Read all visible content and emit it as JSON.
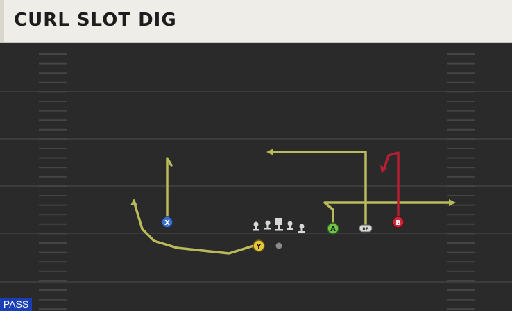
{
  "play": {
    "title": "CURL SLOT DIG",
    "mode": "PASS"
  },
  "players": {
    "X": {
      "label": "X",
      "color": "#3b6fc9"
    },
    "Y": {
      "label": "Y",
      "color": "#e7c53a"
    },
    "A": {
      "label": "A",
      "color": "#6fc24a"
    },
    "B": {
      "label": "B",
      "color": "#c9283a"
    },
    "RB": {
      "label": "RB",
      "color": "#d9d9d9"
    }
  },
  "colors": {
    "route": "#b9bb5a",
    "hot_route": "#b81e32",
    "field": "#2a2a2b",
    "yard_line": "#3c3c3d",
    "hash": "#4a4a4b"
  }
}
